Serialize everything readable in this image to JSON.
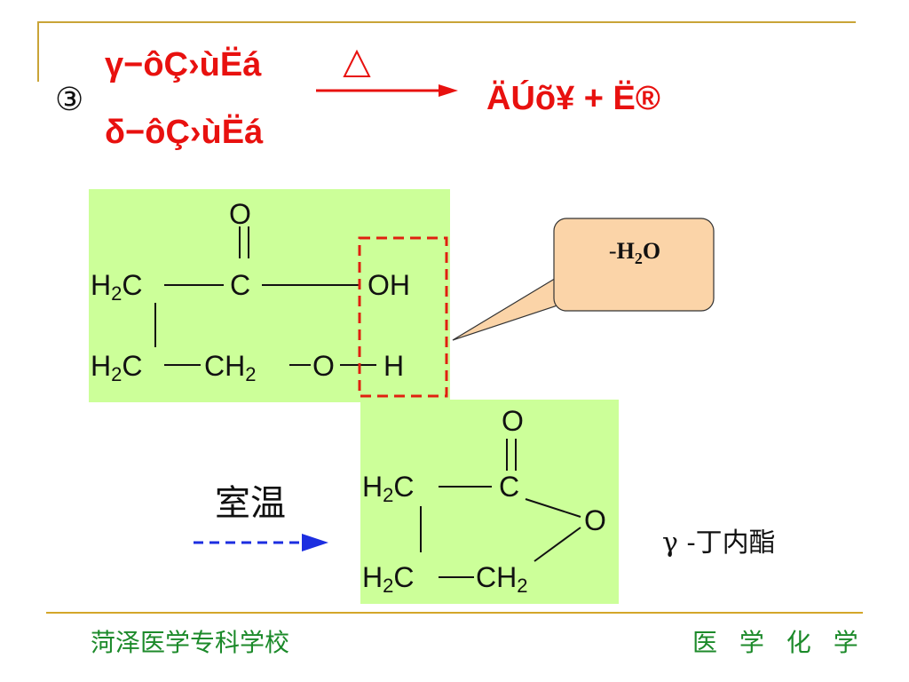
{
  "header": {
    "step_number": "③",
    "reactant_gamma": "γ−ôÇ›ùËá",
    "reactant_delta": "δ−ôÇ›ùËá",
    "product": "ÄÚõ¥ + Ë®"
  },
  "reaction1": {
    "atoms": {
      "o_top": "O",
      "h2c_top": "H",
      "h2c_top_sub": "2",
      "h2c_top_c": "C",
      "c_carbonyl": "C",
      "oh": "OH",
      "h2c_bottom": "H",
      "h2c_bottom_sub": "2",
      "h2c_bottom_c": "C",
      "ch2_mid": "CH",
      "ch2_mid_sub": "2",
      "o_mid": "O",
      "h_end": "H"
    },
    "callout": {
      "prefix": "-",
      "h": "H",
      "sub": "2",
      "o": "O"
    }
  },
  "condition": "室温",
  "product_structure": {
    "atoms": {
      "o_top": "O",
      "h2c_top": "H",
      "h2c_top_sub": "2",
      "h2c_top_c": "C",
      "c_carbonyl": "C",
      "o_ring": "O",
      "h2c_bottom": "H",
      "h2c_bottom_sub": "2",
      "h2c_bottom_c": "C",
      "ch2_right": "CH",
      "ch2_right_sub": "2"
    },
    "name": "γ -丁内酯"
  },
  "footer": {
    "school": "菏泽医学专科学校",
    "subject": "医 学 化 学"
  },
  "colors": {
    "accent_rule": "#d4a62a",
    "reaction_red": "#e8110f",
    "panel_green": "#ccff99",
    "callout_fill": "#fbd4a8",
    "dashed_box": "#e02010",
    "dashed_arrow": "#1c2ee0",
    "footer_green": "#1c8a2a"
  }
}
